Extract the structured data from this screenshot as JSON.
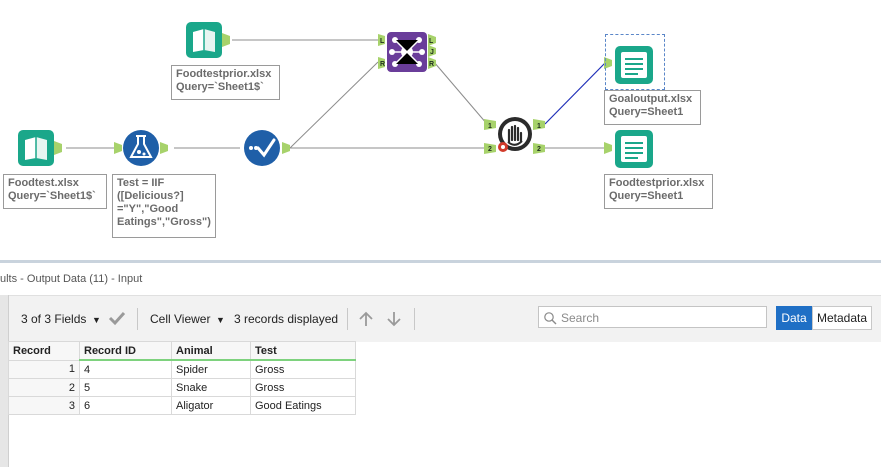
{
  "workflow": {
    "annotations": {
      "input1": "Foodtestprior.xlsx\nQuery=`Sheet1$`",
      "input2": "Foodtest.xlsx\nQuery=`Sheet1$`",
      "formula": "Test = IIF\n([Delicious?]\n=\"Y\",\"Good\nEatings\",\"Gross\")",
      "output1": "Goaloutput.xlsx\nQuery=Sheet1",
      "output2": "Foodtestprior.xlsx\nQuery=Sheet1"
    },
    "anchor_labels": {
      "L": "L",
      "J": "J",
      "R": "R",
      "one": "1",
      "two": "2"
    },
    "colors": {
      "input_tool": "#1aa78a",
      "formula_tool": "#1f5fa8",
      "join_tool": "#6a3d9a",
      "test_tool": "#2b2b2b",
      "output_tool": "#1aa78a",
      "anchor": "#a7d26b",
      "selected_wire": "#1f2fb8"
    }
  },
  "results": {
    "title": "ults - Output Data (11) - Input"
  },
  "toolbar": {
    "fields_label": "3 of 3 Fields",
    "cell_viewer_label": "Cell Viewer",
    "records_label": "3 records displayed",
    "search_placeholder": "Search",
    "data_label": "Data",
    "metadata_label": "Metadata"
  },
  "grid": {
    "headers": [
      "Record",
      "Record ID",
      "Animal",
      "Test"
    ],
    "rows": [
      {
        "record": "1",
        "record_id": "4",
        "animal": "Spider",
        "test": "Gross"
      },
      {
        "record": "2",
        "record_id": "5",
        "animal": "Snake",
        "test": "Gross"
      },
      {
        "record": "3",
        "record_id": "6",
        "animal": "Aligator",
        "test": "Good Eatings"
      }
    ]
  }
}
